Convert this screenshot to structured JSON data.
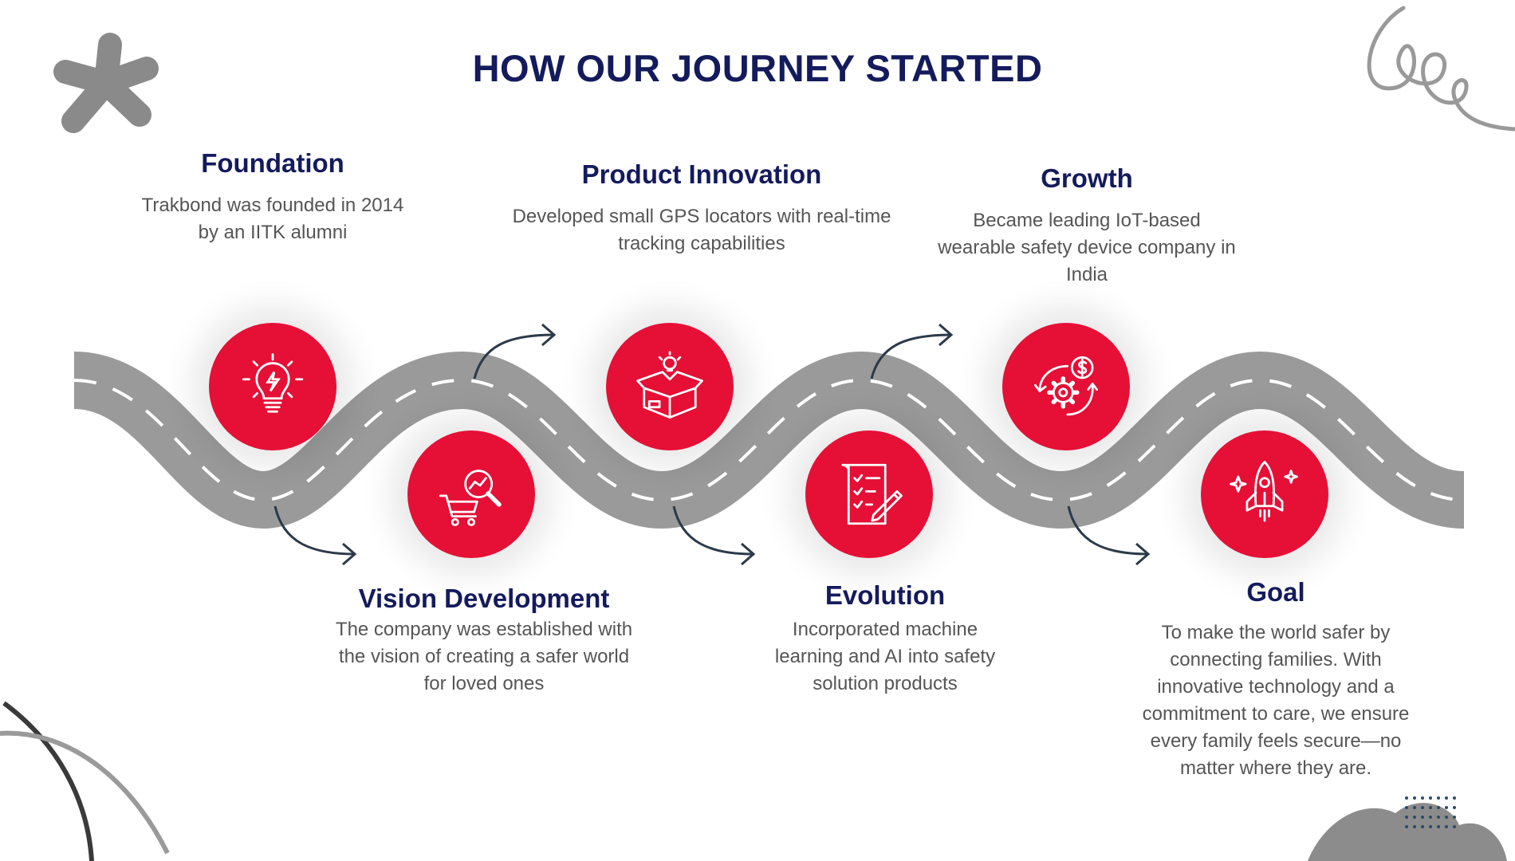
{
  "title": "HOW OUR JOURNEY STARTED",
  "colors": {
    "accent": "#e60f36",
    "heading": "#141b5c",
    "body_text": "#555555",
    "road": "#9a9a9a",
    "arrow": "#2b3a4a"
  },
  "milestones": [
    {
      "title": "Foundation",
      "text_lines": [
        "Trakbond was founded in 2014",
        "by an IITK alumni"
      ],
      "icon": "lightbulb-icon"
    },
    {
      "title": "Vision Development",
      "text_lines": [
        "The company was established with",
        "the vision of creating a safer world",
        "for loved ones"
      ],
      "icon": "cart-analytics-icon"
    },
    {
      "title": "Product Innovation",
      "text_lines": [
        "Developed small GPS locators with real-time",
        "tracking capabilities"
      ],
      "icon": "idea-box-icon"
    },
    {
      "title": "Evolution",
      "text_lines": [
        "Incorporated machine",
        "learning and AI into safety",
        "solution products"
      ],
      "icon": "checklist-icon"
    },
    {
      "title": "Growth",
      "text_lines": [
        "Became leading IoT-based",
        "wearable safety device company in",
        "India"
      ],
      "icon": "gear-dollar-icon"
    },
    {
      "title": "Goal",
      "text_lines": [
        "To make the world safer by",
        "connecting families. With",
        "innovative technology and a",
        "commitment to care, we ensure",
        "every family feels secure—no",
        "matter where they are."
      ],
      "icon": "rocket-icon"
    }
  ]
}
